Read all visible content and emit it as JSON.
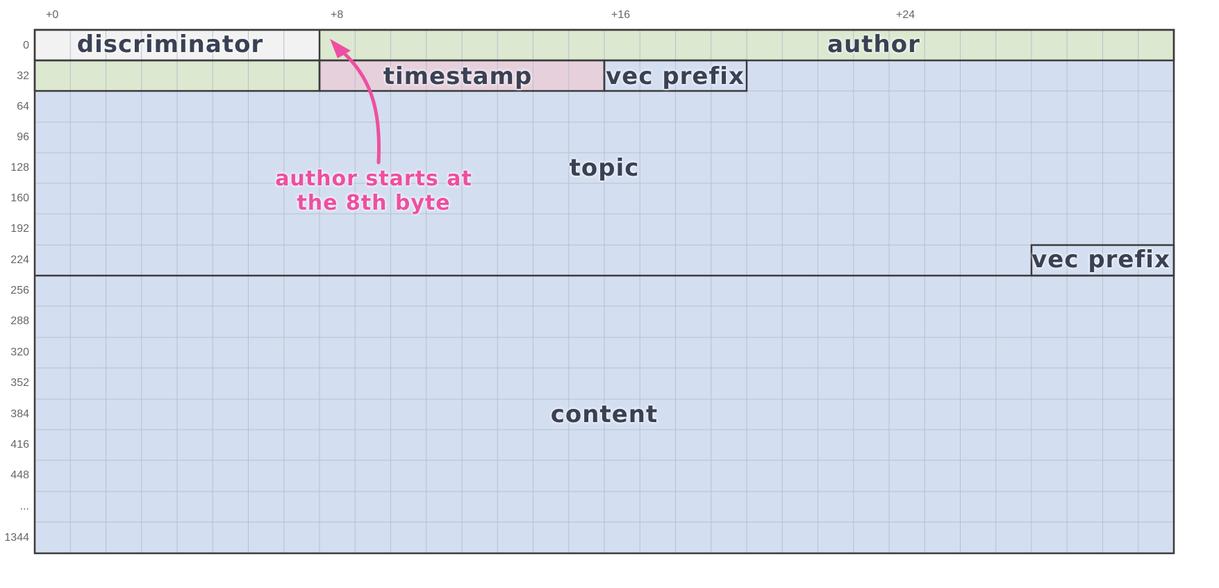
{
  "column_labels": [
    "+0",
    "+8",
    "+16",
    "+24"
  ],
  "row_labels": [
    "0",
    "32",
    "64",
    "96",
    "128",
    "160",
    "192",
    "224",
    "256",
    "288",
    "320",
    "352",
    "384",
    "416",
    "448",
    "...",
    "1344"
  ],
  "fields": {
    "discriminator": {
      "label": "discriminator",
      "color": "#f2f2f2"
    },
    "author": {
      "label": "author",
      "color": "#dce8d0"
    },
    "timestamp": {
      "label": "timestamp",
      "color": "#e6d0dc"
    },
    "vec_prefix_1": {
      "label": "vec prefix",
      "color": "#d3def0"
    },
    "topic": {
      "label": "topic",
      "color": "#d3def0"
    },
    "vec_prefix_2": {
      "label": "vec prefix",
      "color": "#d3def0"
    },
    "content": {
      "label": "content",
      "color": "#d3def0"
    }
  },
  "annotation": {
    "line1": "author starts at",
    "line2": "the 8th byte",
    "color": "#ee4fa0"
  },
  "colors": {
    "grid": "#b7c0cc",
    "border": "#3b3b3b",
    "text": "#3a4154"
  }
}
